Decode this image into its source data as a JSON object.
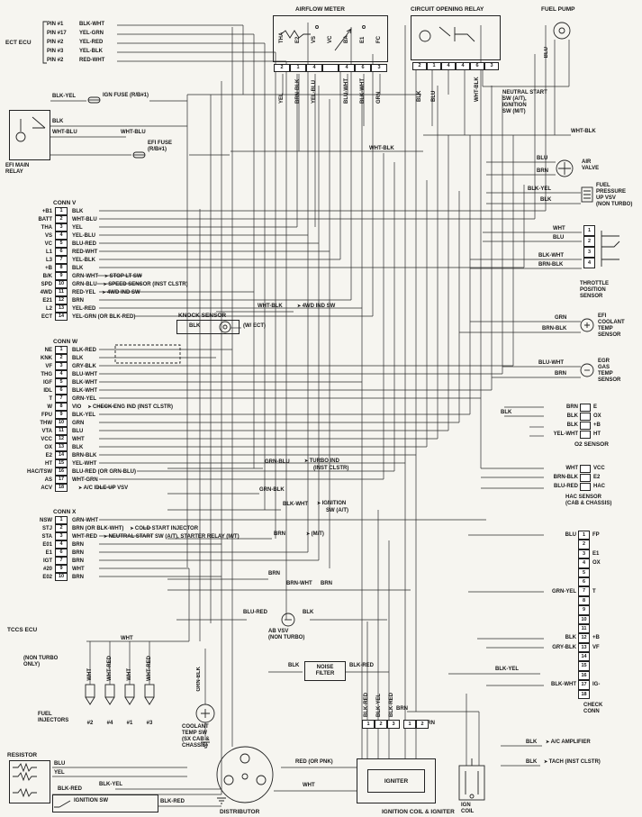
{
  "ect_ecu": {
    "title": "ECT ECU",
    "pins": [
      {
        "pin": "PIN #1",
        "wire": "BLK-WHT"
      },
      {
        "pin": "PIN #17",
        "wire": "YEL-GRN"
      },
      {
        "pin": "PIN #2",
        "wire": "YEL-RED"
      },
      {
        "pin": "PIN #3",
        "wire": "YEL-BLK"
      },
      {
        "pin": "PIN #2",
        "wire": "RED-WHT"
      }
    ]
  },
  "airflow_meter": {
    "title": "AIRFLOW METER",
    "terminals": [
      "THA",
      "E2",
      "VS",
      "VC",
      "BA",
      "E1",
      "FC"
    ],
    "conn_cells": [
      "2",
      "1",
      "4",
      "",
      "4",
      "6",
      "3"
    ],
    "wires": [
      "YEL",
      "BRN-BLK",
      "YEL-BLU",
      "",
      "BLU-WHT",
      "BLK-WHT",
      "GRN"
    ]
  },
  "circuit_opening_relay": {
    "title": "CIRCUIT OPENING RELAY",
    "conn_cells": [
      "2",
      "1",
      "4",
      "4",
      "6",
      "3"
    ],
    "wires": [
      "BLK",
      "BLU",
      "",
      "",
      "WHT-BLK",
      ""
    ],
    "note_lines": [
      "NEUTRAL START",
      "SW (A/T),",
      "IGNITION",
      "SW (M/T)"
    ]
  },
  "fuel_pump": {
    "title": "FUEL PUMP",
    "wire": "BLU"
  },
  "efi_main_relay": {
    "title_lines": [
      "EFI MAIN",
      "RELAY"
    ],
    "ign_fuse": "IGN FUSE (R/B#1)",
    "efi_fuse_lines": [
      "EFI FUSE",
      "(R/B#1)"
    ],
    "w_blk_yel": "BLK-YEL",
    "w_blk": "BLK",
    "w_wht_blu_1": "WHT-BLU",
    "w_wht_blu_2": "WHT-BLU"
  },
  "conn_v": {
    "title": "CONN V",
    "rows": [
      {
        "name": "+B1",
        "num": "1",
        "wire": "BLK"
      },
      {
        "name": "BATT",
        "num": "2",
        "wire": "WHT-BLU"
      },
      {
        "name": "THA",
        "num": "3",
        "wire": "YEL"
      },
      {
        "name": "VS",
        "num": "4",
        "wire": "YEL-BLU"
      },
      {
        "name": "VC",
        "num": "5",
        "wire": "BLU-RED"
      },
      {
        "name": "L1",
        "num": "6",
        "wire": "RED-WHT"
      },
      {
        "name": "L3",
        "num": "7",
        "wire": "YEL-BLK"
      },
      {
        "name": "+B",
        "num": "8",
        "wire": "BLK"
      },
      {
        "name": "B/K",
        "num": "9",
        "wire": "GRN-WHT",
        "note": "STOP LT SW"
      },
      {
        "name": "SPD",
        "num": "10",
        "wire": "GRN-BLU",
        "note": "SPEED SENSOR (INST CLSTR)"
      },
      {
        "name": "4WD",
        "num": "11",
        "wire": "RED-YEL",
        "note": "4WD IND SW"
      },
      {
        "name": "E21",
        "num": "12",
        "wire": "BRN"
      },
      {
        "name": "L2",
        "num": "13",
        "wire": "YEL-RED"
      },
      {
        "name": "ECT",
        "num": "14",
        "wire": "YEL-GRN (OR BLK-RED)"
      }
    ]
  },
  "conn_w": {
    "title": "CONN W",
    "rows": [
      {
        "name": "NE",
        "num": "1",
        "wire": "BLK-RED"
      },
      {
        "name": "KNK",
        "num": "2",
        "wire": "BLK"
      },
      {
        "name": "VF",
        "num": "3",
        "wire": "GRY-BLK"
      },
      {
        "name": "THG",
        "num": "4",
        "wire": "BLU-WHT"
      },
      {
        "name": "IGF",
        "num": "5",
        "wire": "BLK-WHT"
      },
      {
        "name": "IDL",
        "num": "6",
        "wire": "BLK-WHT"
      },
      {
        "name": "T",
        "num": "7",
        "wire": "GRN-YEL"
      },
      {
        "name": "W",
        "num": "8",
        "wire": "VIO",
        "note": "CHECK ENG IND (INST CLSTR)"
      },
      {
        "name": "FPU",
        "num": "9",
        "wire": "BLK-YEL"
      },
      {
        "name": "THW",
        "num": "10",
        "wire": "GRN"
      },
      {
        "name": "VTA",
        "num": "11",
        "wire": "BLU"
      },
      {
        "name": "VCC",
        "num": "12",
        "wire": "WHT"
      },
      {
        "name": "OX",
        "num": "13",
        "wire": "BLK"
      },
      {
        "name": "E2",
        "num": "14",
        "wire": "BRN-BLK"
      },
      {
        "name": "HT",
        "num": "15",
        "wire": "YEL-WHT"
      },
      {
        "name": "HAC/TSW",
        "num": "16",
        "wire": "BLU-RED (OR GRN-BLU)"
      },
      {
        "name": "AS",
        "num": "17",
        "wire": "WHT-GRN"
      },
      {
        "name": "ACV",
        "num": "18",
        "wire": "",
        "note": "A/C IDLE-UP VSV"
      }
    ]
  },
  "conn_x": {
    "title": "CONN X",
    "rows": [
      {
        "name": "NSW",
        "num": "1",
        "wire": "GRN-WHT"
      },
      {
        "name": "STJ",
        "num": "2",
        "wire": "BRN (OR BLK-WHT)",
        "note": "COLD START INJECTOR"
      },
      {
        "name": "STA",
        "num": "3",
        "wire": "WHT-RED",
        "note": "NEUTRAL START SW (A/T), STARTER RELAY (M/T)"
      },
      {
        "name": "E01",
        "num": "4",
        "wire": "BRN"
      },
      {
        "name": "E1",
        "num": "6",
        "wire": "BRN"
      },
      {
        "name": "IGT",
        "num": "7",
        "wire": "BRN"
      },
      {
        "name": "#20",
        "num": "9",
        "wire": "WHT"
      },
      {
        "name": "E02",
        "num": "10",
        "wire": "BRN"
      }
    ]
  },
  "tccs": "TCCS ECU",
  "notes": {
    "non_turbo_lines": [
      "(NON TURBO",
      "ONLY)"
    ],
    "w_ect": "(W/ ECT)"
  },
  "knock": {
    "title": "KNOCK SENSOR",
    "wire": "BLK"
  },
  "mid": {
    "wht_blk_top": "WHT-BLK",
    "wht_blk_4wd": "WHT-BLK",
    "fourwd_ind": "4WD IND SW",
    "grn_blu": "GRN-BLU",
    "turbo_1": "TURBO IND",
    "turbo_2": "(INST CLSTR)",
    "grn_blk": "GRN-BLK",
    "blk_wht": "BLK-WHT",
    "ign_sw_1": "IGNITION",
    "ign_sw_2": "SW (A/T)",
    "brn_mt": "BRN",
    "mt": "(M/T)",
    "brn_a": "BRN",
    "brn_wht": "BRN-WHT",
    "brn_b": "BRN",
    "blu_red": "BLU-RED",
    "blk": "BLK",
    "ab_vsv_lines": [
      "AB VSV",
      "(NON TURBO)"
    ],
    "nf_blk": "BLK",
    "noise_lines": [
      "NOISE",
      "FILTER"
    ],
    "nf_blk_red": "BLK-RED",
    "grn_blk_v": "GRN-BLK",
    "coolant_lines": [
      "COOLANT",
      "TEMP SW",
      "(SX CAB &",
      "CHASSIS)"
    ],
    "wht_left": "WHT"
  },
  "bottom": {
    "injectors_title_lines": [
      "FUEL",
      "INJECTORS"
    ],
    "injector_ids": [
      "#2",
      "#4",
      "#1",
      "#3"
    ],
    "injector_wires": [
      "WHT",
      "WHT-RED",
      "WHT",
      "WHT-RED"
    ],
    "resistor": "RESISTOR",
    "res_wires": [
      "BLU",
      "YEL",
      "BLK-RED"
    ],
    "ignition_sw": "IGNITION SW",
    "blk_yel": "BLK-YEL",
    "blk_red": "BLK-RED",
    "distributor": "DISTRIBUTOR",
    "red_pnk": "RED (OR PNK)",
    "wht": "WHT",
    "igniter": "IGNITER",
    "ign_cells_a": [
      "1",
      "2",
      "3"
    ],
    "ign_cells_b": [
      "1",
      "2"
    ],
    "ign_wires": [
      "BLK-RED",
      "BLK-YEL",
      "BLK-RED"
    ],
    "ign_brn": "BRN",
    "ign_brn2": "BRN",
    "coil_lines": [
      "IGN",
      "COIL"
    ],
    "caption": "IGNITION COIL & IGNITER"
  },
  "right": {
    "wht_blk": "WHT-BLK",
    "air_valve": {
      "w1": "BLU",
      "w2": "BRN",
      "title_lines": [
        "AIR",
        "VALVE"
      ]
    },
    "fpu_vsv": {
      "w1": "BLK-YEL",
      "w2": "BLK",
      "title_lines": [
        "FUEL",
        "PRESSURE",
        "UP VSV",
        "(NON TURBO)"
      ]
    },
    "tps": {
      "rows": [
        {
          "num": "1",
          "wire": "WHT"
        },
        {
          "num": "2",
          "wire": "BLU"
        },
        {
          "num": "3",
          "wire": "BLK-WHT"
        },
        {
          "num": "4",
          "wire": "BRN-BLK"
        }
      ],
      "title_lines": [
        "THROTTLE",
        "POSITION",
        "SENSOR"
      ]
    },
    "efi_coolant": {
      "w1": "GRN",
      "w2": "BRN-BLK",
      "title_lines": [
        "EFI",
        "COOLANT",
        "TEMP",
        "SENSOR"
      ]
    },
    "egr": {
      "w1": "BLU-WHT",
      "w2": "BRN",
      "title_lines": [
        "EGR",
        "GAS",
        "TEMP",
        "SENSOR"
      ]
    },
    "o2": {
      "rows": [
        {
          "wire": "BRN",
          "name": "E"
        },
        {
          "wire": "BLK",
          "name": "OX"
        },
        {
          "wire": "BLK",
          "name": "+B"
        },
        {
          "wire": "YEL-WHT",
          "name": "HT"
        }
      ],
      "title": "O2 SENSOR",
      "stray_blk": "BLK"
    },
    "hac": {
      "rows": [
        {
          "wire": "WHT",
          "name": "VCC"
        },
        {
          "wire": "BRN-BLK",
          "name": "E2"
        },
        {
          "wire": "BLU-RED",
          "name": "HAC"
        }
      ],
      "title_lines": [
        "HAC SENSOR",
        "(CAB & CHASSIS)"
      ]
    },
    "check_conn": {
      "rows": [
        {
          "num": "1",
          "wire": "BLU",
          "name": "FP"
        },
        {
          "num": "2"
        },
        {
          "num": "3",
          "name": "E1"
        },
        {
          "num": "4",
          "name": "OX"
        },
        {
          "num": "5"
        },
        {
          "num": "6"
        },
        {
          "num": "7",
          "wire": "GRN-YEL",
          "name": "T"
        },
        {
          "num": "8"
        },
        {
          "num": "9"
        },
        {
          "num": "10"
        },
        {
          "num": "11"
        },
        {
          "num": "12",
          "wire": "BLK",
          "name": "+B"
        },
        {
          "num": "13",
          "wire": "GRY-BLK",
          "name": "VF"
        },
        {
          "num": "14"
        },
        {
          "num": "15"
        },
        {
          "num": "16"
        },
        {
          "num": "17",
          "wire": "BLK-WHT",
          "name": "IG-"
        },
        {
          "num": "18"
        }
      ],
      "title_lines": [
        "CHECK",
        "CONN"
      ]
    },
    "blk_yel": "BLK-YEL",
    "ac_amp": {
      "wire": "BLK",
      "label": "A/C AMPLIFIER"
    },
    "tach": {
      "wire": "BLK",
      "label": "TACH (INST CLSTR)"
    }
  }
}
